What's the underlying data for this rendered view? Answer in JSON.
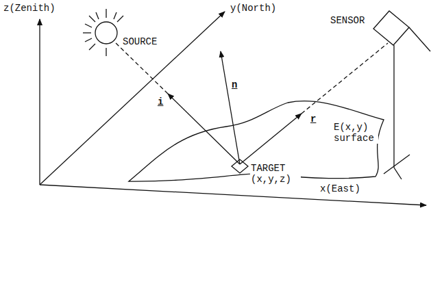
{
  "diagram": {
    "labels": [
      "z(Zenith)",
      "y(North)",
      "SOURCE",
      "SENSOR",
      "i",
      "n",
      "r",
      "E(x,y) surface",
      "TARGET (x,y,z)",
      "x(East)"
    ]
  }
}
